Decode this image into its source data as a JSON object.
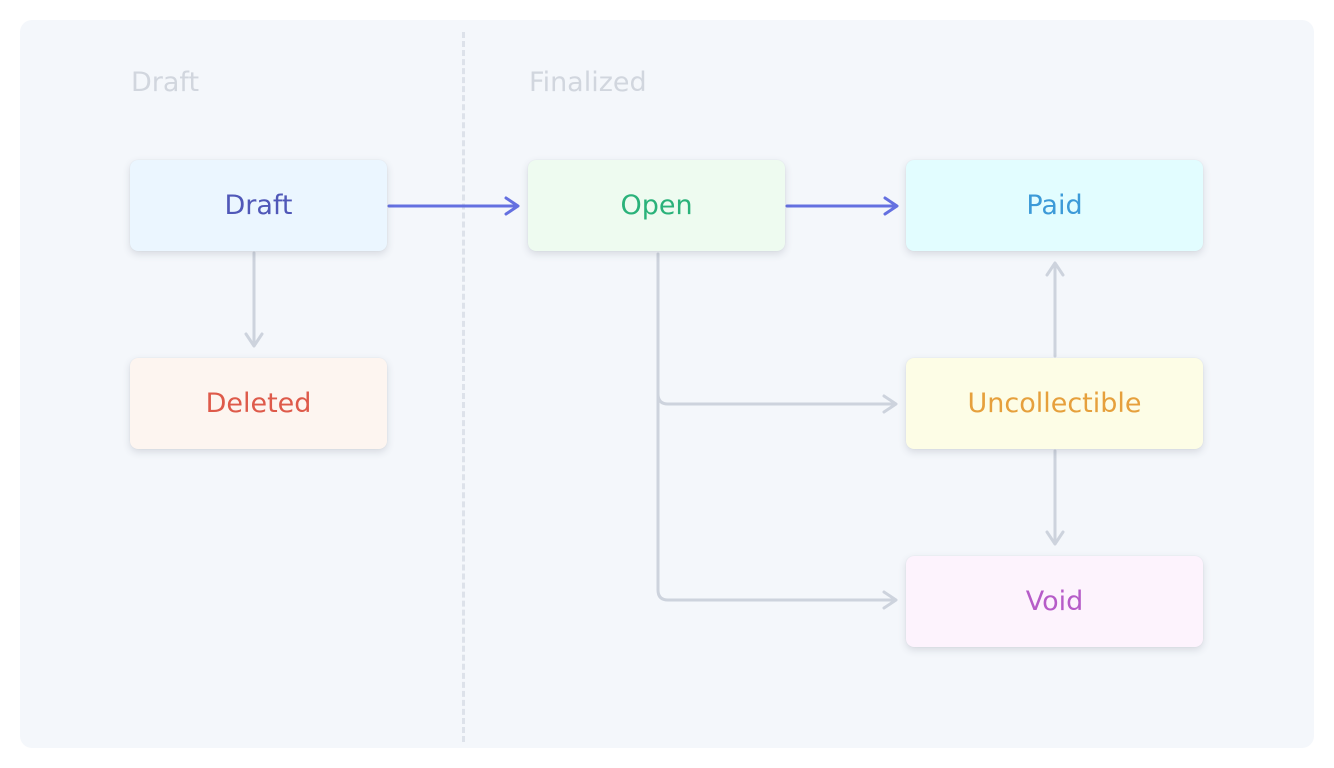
{
  "sections": [
    {
      "id": "draft",
      "label": "Draft"
    },
    {
      "id": "finalized",
      "label": "Finalized"
    }
  ],
  "states": {
    "draft": {
      "label": "Draft",
      "background": "#ebf6ff",
      "text_color": "#5058b8"
    },
    "deleted": {
      "label": "Deleted",
      "background": "#fdf5f0",
      "text_color": "#de5a4a"
    },
    "open": {
      "label": "Open",
      "background": "#eefbf0",
      "text_color": "#2ab27a"
    },
    "paid": {
      "label": "Paid",
      "background": "#e2fdff",
      "text_color": "#3c9ad8"
    },
    "uncollectible": {
      "label": "Uncollectible",
      "background": "#fdfde6",
      "text_color": "#e6a03c"
    },
    "void": {
      "label": "Void",
      "background": "#fdf3fd",
      "text_color": "#b65cc8"
    }
  },
  "transitions": [
    {
      "from": "draft",
      "to": "open",
      "style": "primary"
    },
    {
      "from": "open",
      "to": "paid",
      "style": "primary"
    },
    {
      "from": "draft",
      "to": "deleted",
      "style": "secondary"
    },
    {
      "from": "open",
      "to": "uncollectible",
      "style": "secondary"
    },
    {
      "from": "open",
      "to": "void",
      "style": "secondary"
    },
    {
      "from": "uncollectible",
      "to": "paid",
      "style": "secondary"
    },
    {
      "from": "uncollectible",
      "to": "void",
      "style": "secondary"
    }
  ],
  "colors": {
    "primary_arrow": "#6470e0",
    "secondary_arrow": "#cdd3dd",
    "panel_background": "#f4f7fb",
    "section_label": "#d1d6de"
  }
}
